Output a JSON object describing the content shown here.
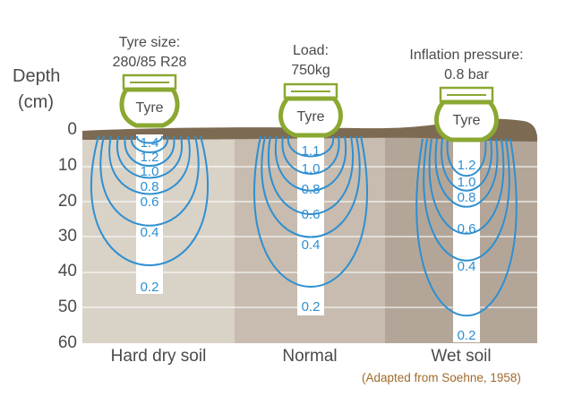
{
  "axis": {
    "title_line1": "Depth",
    "title_line2": "(cm)",
    "ticks": [
      "0",
      "10",
      "20",
      "30",
      "40",
      "50",
      "60"
    ]
  },
  "captions": {
    "tyre_size_label": "Tyre size:",
    "tyre_size_value": "280/85 R28",
    "load_label": "Load:",
    "load_value": "750kg",
    "pressure_label": "Inflation pressure:",
    "pressure_value": "0.8 bar"
  },
  "tyre_label": "Tyre",
  "soils": [
    {
      "name": "Hard dry soil",
      "values": [
        "1.4",
        "1.2",
        "1.0",
        "0.8",
        "0.6",
        "0.4",
        "0.2"
      ]
    },
    {
      "name": "Normal",
      "values": [
        "1.1",
        "1.0",
        "0.8",
        "0.6",
        "0.4",
        "0.2"
      ]
    },
    {
      "name": "Wet soil",
      "values": [
        "1.2",
        "1.0",
        "0.8",
        "0.6",
        "0.4",
        "0.2"
      ]
    }
  ],
  "source": "(Adapted from Soehne, 1958)",
  "colors": {
    "bulb_lines": "#2f8fd0",
    "value_text": "#2f8fd0",
    "tyre_outline": "#8aa832",
    "topsoil": "#7d6a52",
    "hard_soil": "#d9d2c7",
    "normal_soil": "#c7bcaf",
    "wet_soil": "#b3a699",
    "text": "#4a4a4a",
    "source_text": "#a06a2c"
  }
}
